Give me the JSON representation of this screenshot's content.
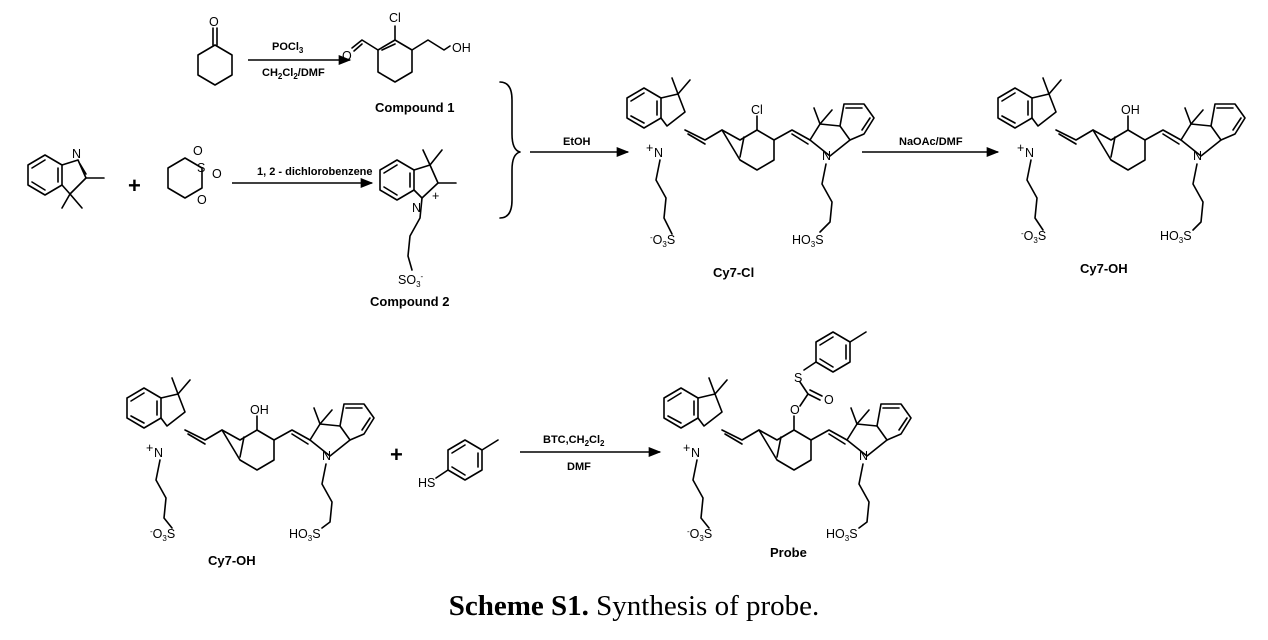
{
  "reagents": {
    "step1_top": "POCl",
    "step1_bottom": "CH",
    "step2": "1, 2 - dichlorobenzene",
    "step3": "EtOH",
    "step4": "NaOAc/DMF",
    "step5_top": "BTC,CH",
    "step5_bottom": "DMF"
  },
  "compounds": {
    "c1": "Compound 1",
    "c2": "Compound 2",
    "cy7cl": "Cy7-Cl",
    "cy7oh": "Cy7-OH",
    "cy7oh_2": "Cy7-OH",
    "probe": "Probe"
  },
  "atoms": {
    "O": "O",
    "Cl": "Cl",
    "OH": "OH",
    "N": "N",
    "S": "S",
    "SO3": "SO",
    "HO3S": "HO",
    "O3S": "O",
    "SH": "HS",
    "plus": "+"
  },
  "caption": {
    "bold": "Scheme S1.",
    "text": " Synthesis of probe."
  }
}
